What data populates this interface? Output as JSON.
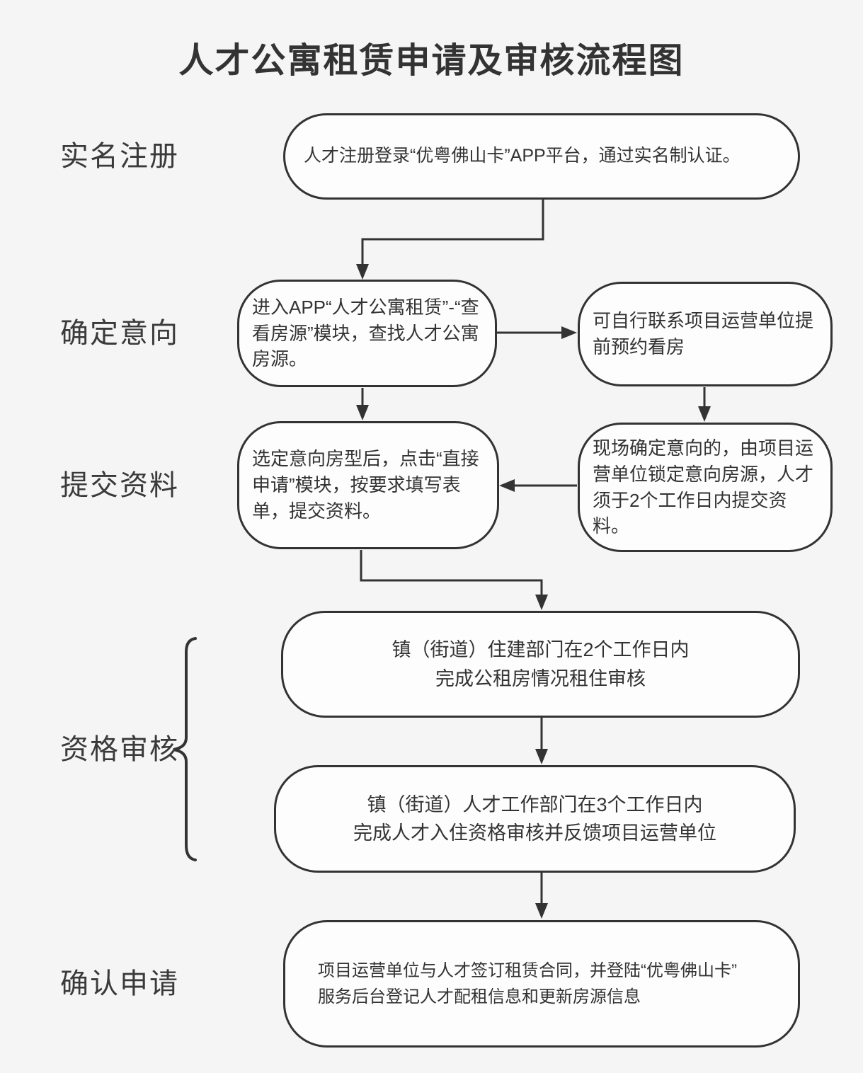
{
  "title": "人才公寓租赁申请及审核流程图",
  "stages": [
    {
      "label": "实名注册"
    },
    {
      "label": "确定意向"
    },
    {
      "label": "提交资料"
    },
    {
      "label": "资格审核"
    },
    {
      "label": "确认申请"
    }
  ],
  "nodes": {
    "register": {
      "text": "人才注册登录“优粤佛山卡”APP平台，通过实名制认证。"
    },
    "view_listings": {
      "text": "进入APP“人才公寓租赁”-“查看房源”模块，查找人才公寓房源。"
    },
    "contact_operator": {
      "text": "可自行联系项目运营单位提前预约看房"
    },
    "submit_application": {
      "text": "选定意向房型后，点击“直接申请”模块，按要求填写表单，提交资料。"
    },
    "onsite_intent": {
      "text": "现场确定意向的，由项目运营单位锁定意向房源，人才须于2个工作日内提交资料。"
    },
    "housing_review": {
      "text": "镇（街道）住建部门在2个工作日内\n完成公租房情况租住审核"
    },
    "talent_review": {
      "text": "镇（街道）人才工作部门在3个工作日内\n完成人才入住资格审核并反馈项目运营单位"
    },
    "sign_contract": {
      "text": "项目运营单位与人才签订租赁合同，并登陆“优粤佛山卡”\n服务后台登记人才配租信息和更新房源信息"
    }
  },
  "colors": {
    "background": "#f5f5f6",
    "node_fill": "#fdfdfd",
    "line": "#333333",
    "text": "#333333"
  }
}
